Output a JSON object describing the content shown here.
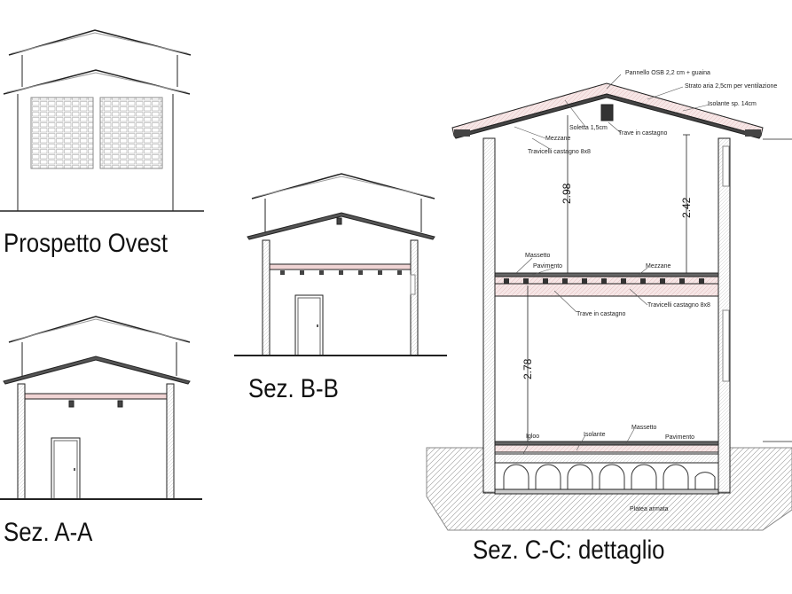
{
  "titles": {
    "prospetto_ovest": "Prospetto Ovest",
    "sez_aa": "Sez. A-A",
    "sez_bb": "Sez. B-B",
    "sez_cc": "Sez. C-C: dettaglio"
  },
  "annotations": {
    "pannello": "Pannello OSB 2,2 cm + guaina",
    "strato_aria": "Strato aria 2,5cm per ventilazione",
    "isolante_tetto": "Isolante sp. 14cm",
    "soletta": "Soletta 1,5cm",
    "trave_tetto": "Trave in castagno",
    "mezzane_tetto": "Mezzane",
    "travicelli_tetto": "Travicelli castagno 8x8",
    "massetto_1": "Massetto",
    "pavimento_1": "Pavimento",
    "mezzane_1": "Mezzane",
    "trave_1": "Trave in castagno",
    "travicelli_1": "Travicelli castagno 8x8",
    "igloo": "Igloo",
    "isolante_0": "Isolante",
    "massetto_0": "Massetto",
    "pavimento_0": "Pavimento",
    "platea": "Platea armata"
  },
  "dimensions": {
    "h_upper_left": "2.98",
    "h_upper_right": "2.42",
    "h_lower": "2.78"
  },
  "colors": {
    "line": "#222222",
    "roof_fill": "#f4e0e0",
    "beam_fill": "#f0d4d4",
    "ground_hatch": "#9a9a9a"
  }
}
